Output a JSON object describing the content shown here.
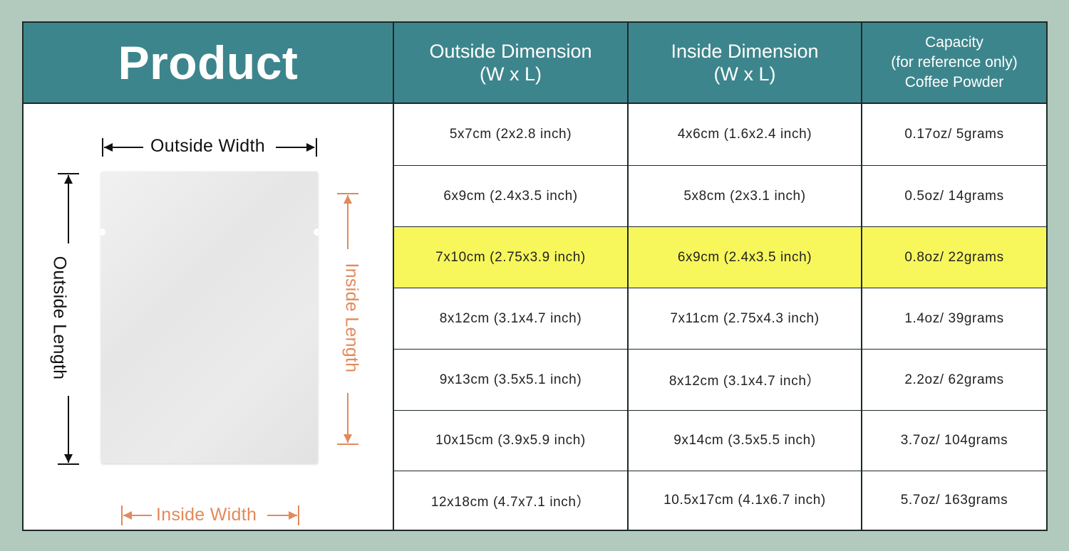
{
  "header": {
    "product": "Product",
    "outside_line1": "Outside Dimension",
    "outside_line2": "(W x L)",
    "inside_line1": "Inside Dimension",
    "inside_line2": "(W x L)",
    "capacity_line1": "Capacity",
    "capacity_line2": "(for reference only)",
    "capacity_line3": "Coffee Powder"
  },
  "diagram": {
    "outside_width": "Outside Width",
    "outside_length": "Outside Length",
    "inside_length": "Inside Length",
    "inside_width": "Inside Width"
  },
  "rows": [
    {
      "outside": "5x7cm (2x2.8 inch)",
      "inside": "4x6cm (1.6x2.4 inch)",
      "capacity": "0.17oz/ 5grams",
      "highlighted": false
    },
    {
      "outside": "6x9cm (2.4x3.5 inch)",
      "inside": "5x8cm (2x3.1 inch)",
      "capacity": "0.5oz/ 14grams",
      "highlighted": false
    },
    {
      "outside": "7x10cm (2.75x3.9 inch)",
      "inside": "6x9cm (2.4x3.5 inch)",
      "capacity": "0.8oz/ 22grams",
      "highlighted": true
    },
    {
      "outside": "8x12cm (3.1x4.7 inch)",
      "inside": "7x11cm (2.75x4.3 inch)",
      "capacity": "1.4oz/ 39grams",
      "highlighted": false
    },
    {
      "outside": "9x13cm (3.5x5.1 inch)",
      "inside": "8x12cm (3.1x4.7 inch）",
      "capacity": "2.2oz/ 62grams",
      "highlighted": false
    },
    {
      "outside": "10x15cm (3.9x5.9 inch)",
      "inside": "9x14cm (3.5x5.5 inch)",
      "capacity": "3.7oz/ 104grams",
      "highlighted": false
    },
    {
      "outside": "12x18cm (4.7x7.1 inch）",
      "inside": "10.5x17cm (4.1x6.7 inch)",
      "capacity": "5.7oz/ 163grams",
      "highlighted": false
    }
  ],
  "colors": {
    "header_bg": "#3d858c",
    "highlight": "#f7f75c",
    "page_bg": "#b2cabd",
    "inside_label": "#e3895a"
  }
}
